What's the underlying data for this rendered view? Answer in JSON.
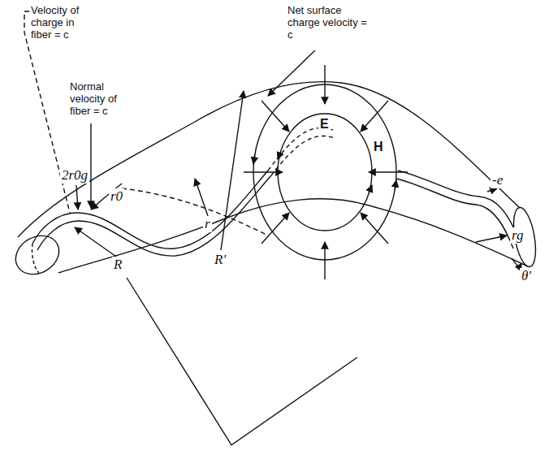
{
  "diagram": {
    "labels": [
      "Velocity of charge in fiber = c",
      "Normal velocity of fiber = c",
      "Net surface charge velocity = c",
      "E",
      "H",
      "2r0g",
      "r0",
      "r",
      "R",
      "R'",
      "-e",
      "rg",
      "θ'"
    ]
  }
}
